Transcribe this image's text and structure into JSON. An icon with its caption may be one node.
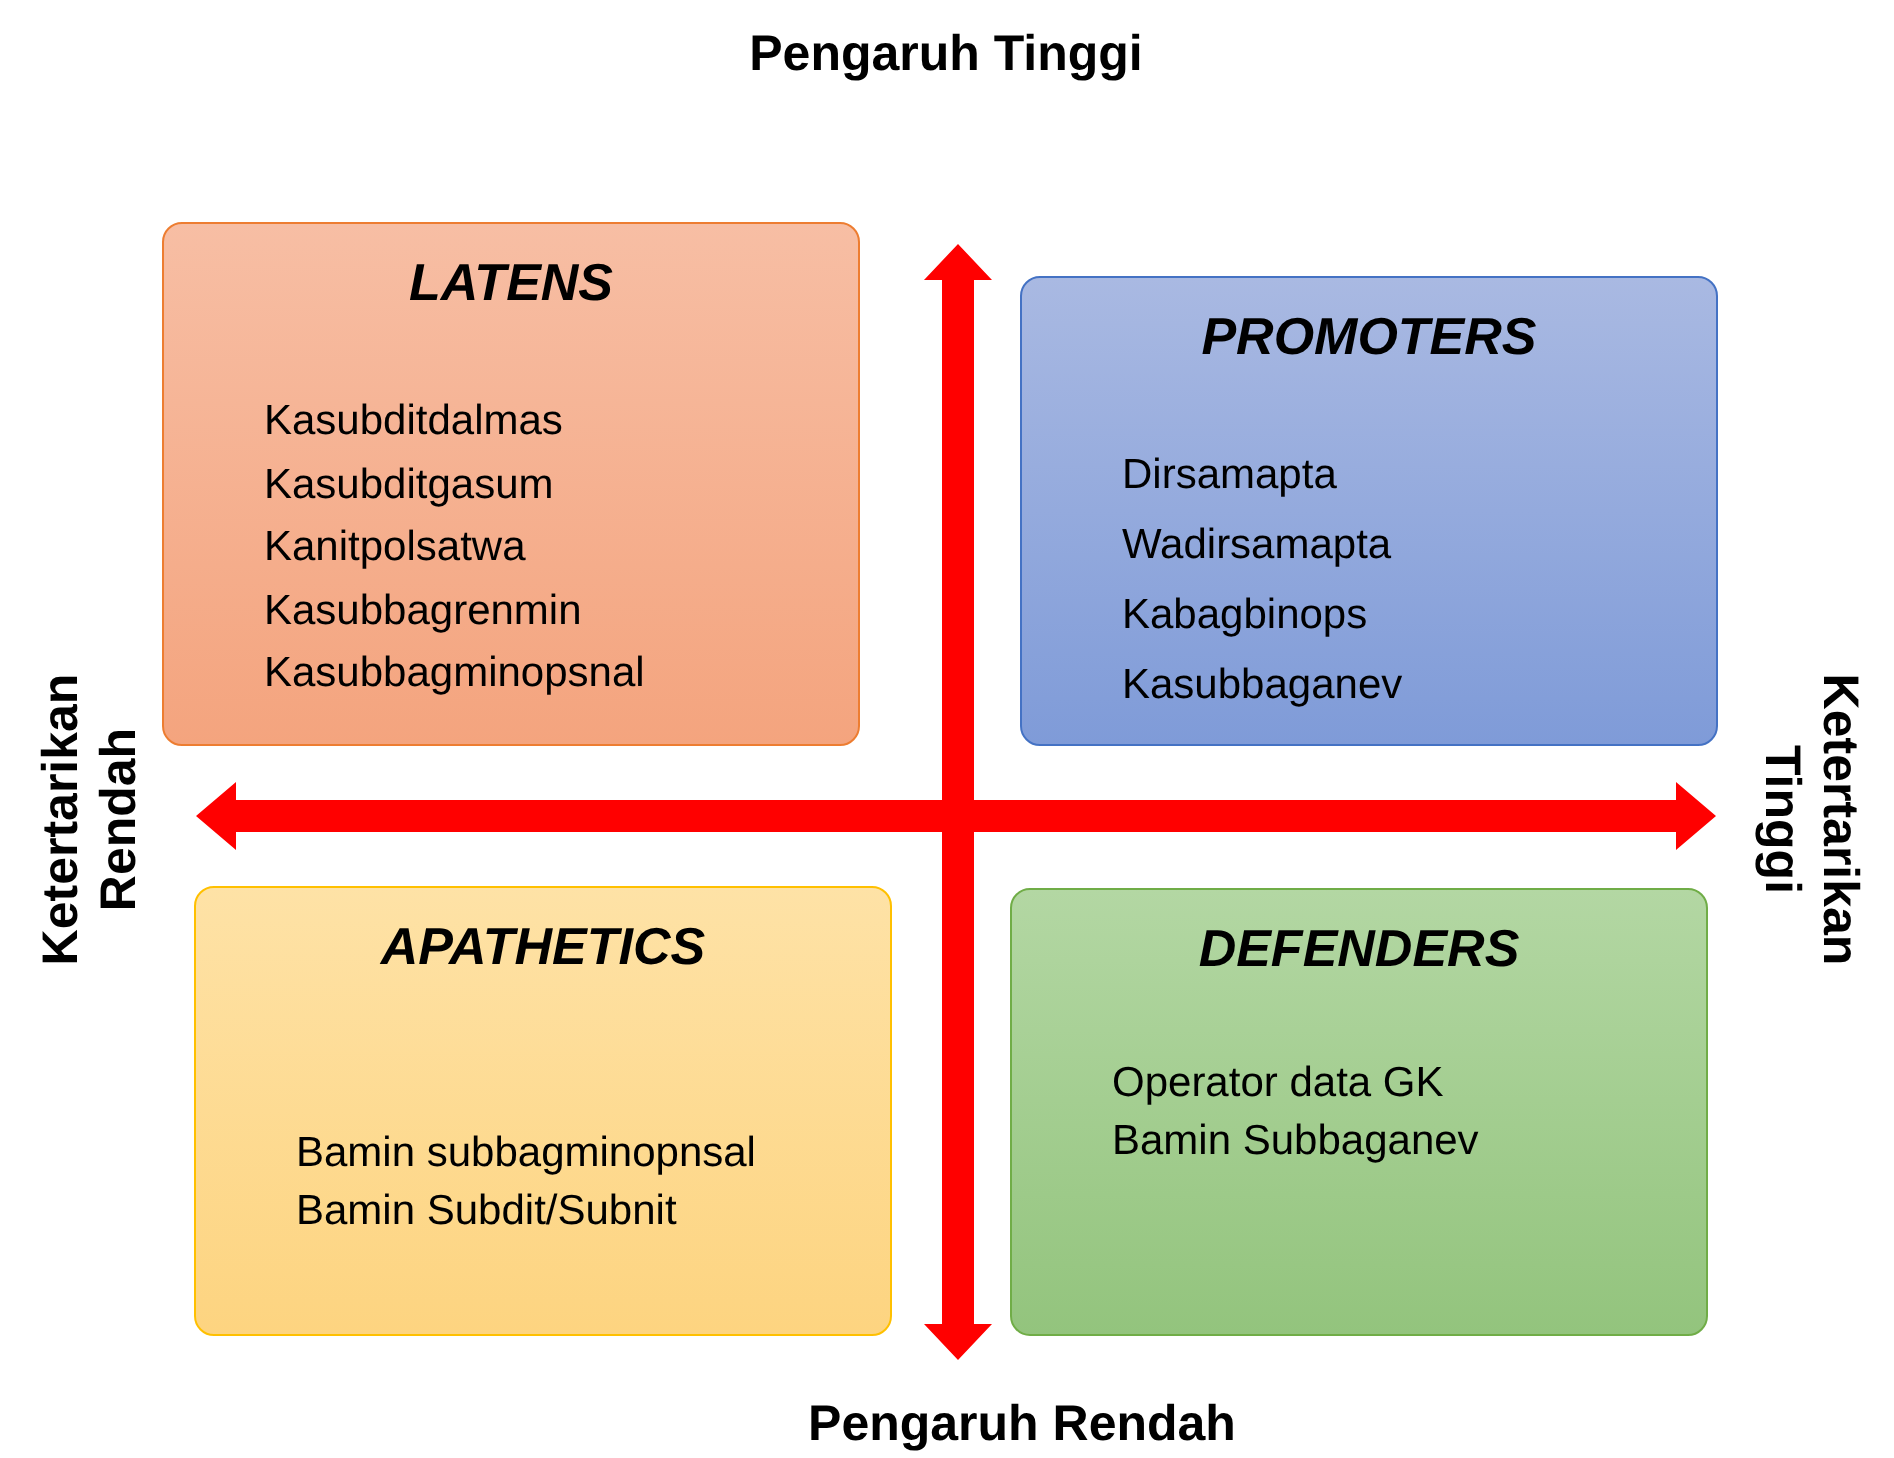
{
  "diagram": {
    "nodes": [
      {
        "text": [
          "LATENS",
          "Kasubditdalmas",
          "Kasubditgasum",
          "Kanitpolsatwa",
          "Kasubbagrenmin",
          "Kasubbagminopsnal"
        ]
      },
      {
        "text": [
          "PROMOTERS",
          "Dirsamapta",
          "Wadirsamapta",
          "Kabagbinops",
          "Kasubbaganev"
        ]
      },
      {
        "text": [
          "APATHETICS",
          "Bamin subbagminopnsal",
          "Bamin Subdit/Subnit"
        ]
      },
      {
        "text": [
          "DEFENDERS",
          "Operator data GK",
          "Bamin Subbaganev"
        ]
      }
    ],
    "edges": [],
    "labels": [
      "Pengaruh Tinggi",
      "Ketertarikan Rendah",
      "Ketertarikan Tinggi",
      "Pengaruh Rendah"
    ]
  }
}
